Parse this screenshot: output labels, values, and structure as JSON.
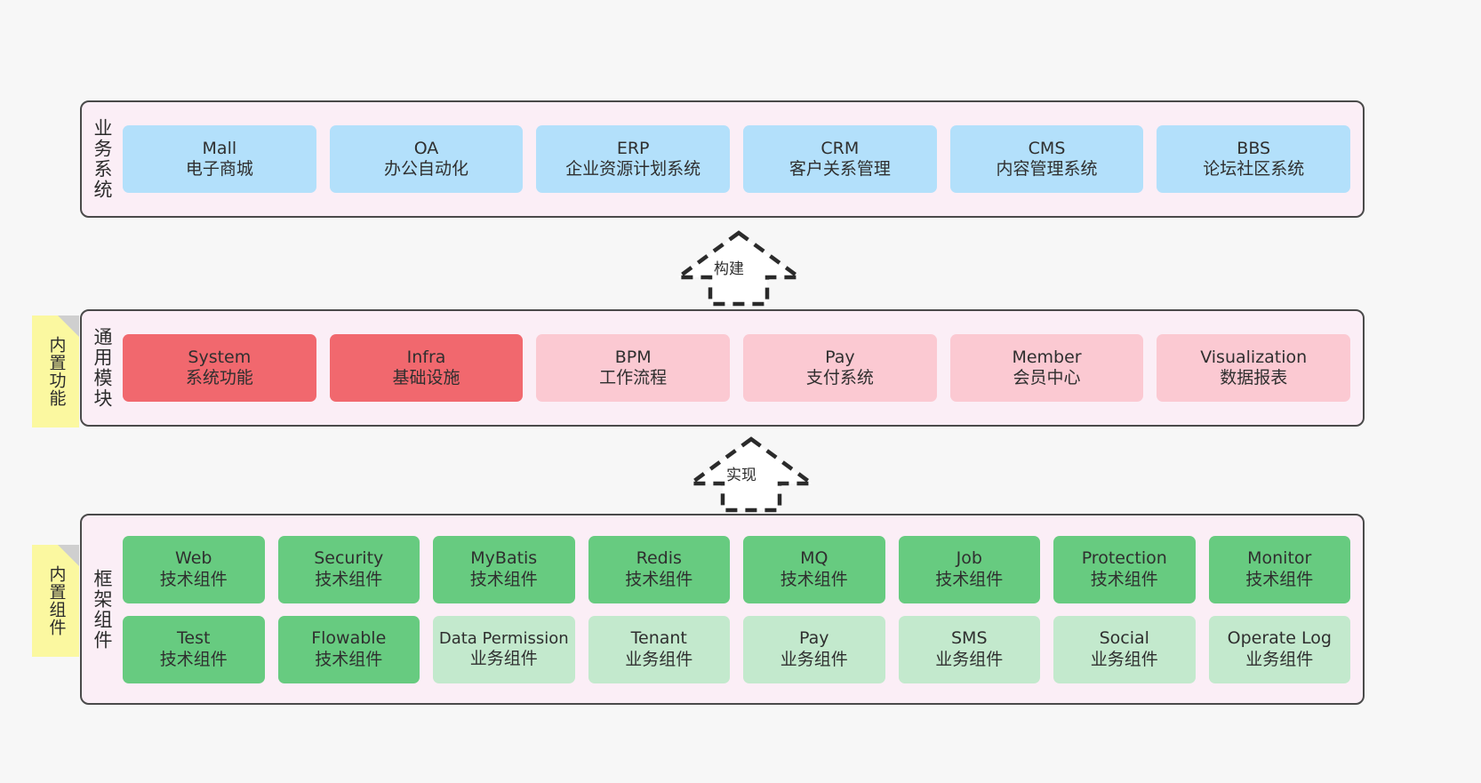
{
  "diagram": {
    "title_visible": false,
    "colors": {
      "band_bg": "#fbeef6",
      "band_border": "#4a4a4a",
      "blue": "#b3e0fb",
      "red": "#f1686e",
      "pink": "#fbc9d2",
      "green": "#67cb80",
      "light_green": "#c3e9cd",
      "sticky_yellow": "#fbf8a0",
      "sticky_fold": "#cfcfcf",
      "page_bg": "#f7f7f7"
    }
  },
  "layers": [
    {
      "key": "business",
      "label": "业务系统",
      "rows": [
        {
          "nodes": [
            {
              "en": "Mall",
              "cn": "电子商城",
              "style": "blue"
            },
            {
              "en": "OA",
              "cn": "办公自动化",
              "style": "blue"
            },
            {
              "en": "ERP",
              "cn": "企业资源计划系统",
              "style": "blue"
            },
            {
              "en": "CRM",
              "cn": "客户关系管理",
              "style": "blue"
            },
            {
              "en": "CMS",
              "cn": "内容管理系统",
              "style": "blue"
            },
            {
              "en": "BBS",
              "cn": "论坛社区系统",
              "style": "blue"
            }
          ]
        }
      ]
    },
    {
      "key": "common",
      "label": "通用模块",
      "sticky": "内置功能",
      "rows": [
        {
          "nodes": [
            {
              "en": "System",
              "cn": "系统功能",
              "style": "red"
            },
            {
              "en": "Infra",
              "cn": "基础设施",
              "style": "red"
            },
            {
              "en": "BPM",
              "cn": "工作流程",
              "style": "pink"
            },
            {
              "en": "Pay",
              "cn": "支付系统",
              "style": "pink"
            },
            {
              "en": "Member",
              "cn": "会员中心",
              "style": "pink"
            },
            {
              "en": "Visualization",
              "cn": "数据报表",
              "style": "pink"
            }
          ]
        }
      ]
    },
    {
      "key": "framework",
      "label": "框架组件",
      "sticky": "内置组件",
      "rows": [
        {
          "nodes": [
            {
              "en": "Web",
              "cn": "技术组件",
              "style": "green"
            },
            {
              "en": "Security",
              "cn": "技术组件",
              "style": "green"
            },
            {
              "en": "MyBatis",
              "cn": "技术组件",
              "style": "green"
            },
            {
              "en": "Redis",
              "cn": "技术组件",
              "style": "green"
            },
            {
              "en": "MQ",
              "cn": "技术组件",
              "style": "green"
            },
            {
              "en": "Job",
              "cn": "技术组件",
              "style": "green"
            },
            {
              "en": "Protection",
              "cn": "技术组件",
              "style": "green"
            },
            {
              "en": "Monitor",
              "cn": "技术组件",
              "style": "green"
            }
          ]
        },
        {
          "nodes": [
            {
              "en": "Test",
              "cn": "技术组件",
              "style": "green"
            },
            {
              "en": "Flowable",
              "cn": "技术组件",
              "style": "green"
            },
            {
              "en": "Data Permission",
              "cn": "业务组件",
              "style": "lgreen"
            },
            {
              "en": "Tenant",
              "cn": "业务组件",
              "style": "lgreen"
            },
            {
              "en": "Pay",
              "cn": "业务组件",
              "style": "lgreen"
            },
            {
              "en": "SMS",
              "cn": "业务组件",
              "style": "lgreen"
            },
            {
              "en": "Social",
              "cn": "业务组件",
              "style": "lgreen"
            },
            {
              "en": "Operate Log",
              "cn": "业务组件",
              "style": "lgreen"
            }
          ]
        }
      ]
    }
  ],
  "arrows": [
    {
      "key": "build",
      "label": "构建"
    },
    {
      "key": "implement",
      "label": "实现"
    }
  ]
}
